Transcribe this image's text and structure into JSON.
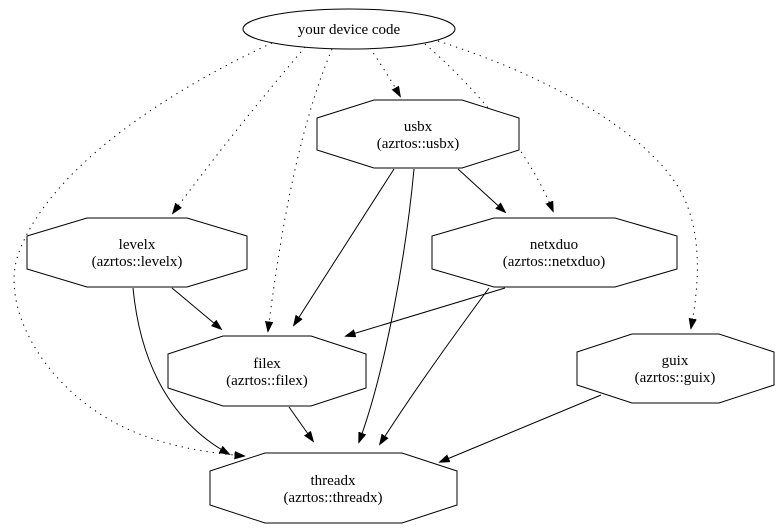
{
  "diagram": {
    "type": "dependency-graph",
    "background": "#ffffff",
    "stroke_color": "#000000",
    "text_color": "#000000",
    "nodes": {
      "device": {
        "label": "your device code",
        "shape": "ellipse"
      },
      "usbx": {
        "label": "usbx",
        "sublabel": "(azrtos::usbx)",
        "shape": "octagon"
      },
      "levelx": {
        "label": "levelx",
        "sublabel": "(azrtos::levelx)",
        "shape": "octagon"
      },
      "netxduo": {
        "label": "netxduo",
        "sublabel": "(azrtos::netxduo)",
        "shape": "octagon"
      },
      "filex": {
        "label": "filex",
        "sublabel": "(azrtos::filex)",
        "shape": "octagon"
      },
      "guix": {
        "label": "guix",
        "sublabel": "(azrtos::guix)",
        "shape": "octagon"
      },
      "threadx": {
        "label": "threadx",
        "sublabel": "(azrtos::threadx)",
        "shape": "octagon"
      }
    },
    "edges": [
      {
        "from": "device",
        "to": "usbx",
        "style": "dotted"
      },
      {
        "from": "device",
        "to": "levelx",
        "style": "dotted"
      },
      {
        "from": "device",
        "to": "netxduo",
        "style": "dotted"
      },
      {
        "from": "device",
        "to": "filex",
        "style": "dotted"
      },
      {
        "from": "device",
        "to": "guix",
        "style": "dotted"
      },
      {
        "from": "device",
        "to": "threadx",
        "style": "dotted"
      },
      {
        "from": "usbx",
        "to": "netxduo",
        "style": "solid"
      },
      {
        "from": "usbx",
        "to": "filex",
        "style": "solid"
      },
      {
        "from": "usbx",
        "to": "threadx",
        "style": "solid"
      },
      {
        "from": "levelx",
        "to": "filex",
        "style": "solid"
      },
      {
        "from": "levelx",
        "to": "threadx",
        "style": "solid"
      },
      {
        "from": "netxduo",
        "to": "filex",
        "style": "solid"
      },
      {
        "from": "netxduo",
        "to": "threadx",
        "style": "solid"
      },
      {
        "from": "filex",
        "to": "threadx",
        "style": "solid"
      },
      {
        "from": "guix",
        "to": "threadx",
        "style": "solid"
      }
    ]
  }
}
